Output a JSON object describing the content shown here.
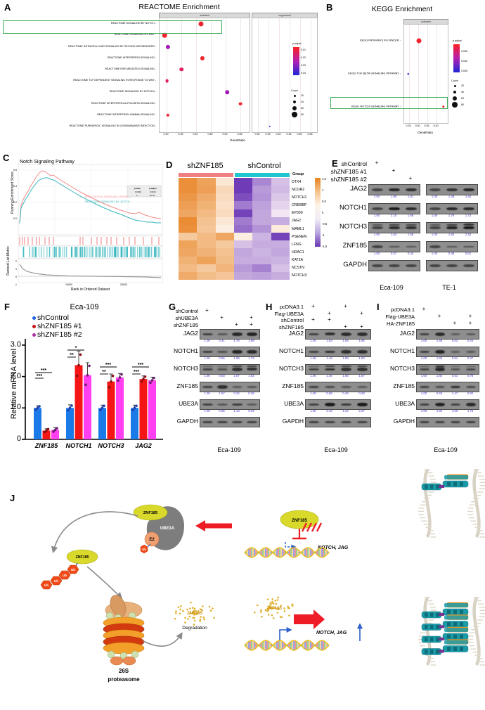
{
  "figure": {
    "panels": [
      "A",
      "B",
      "C",
      "D",
      "E",
      "F",
      "G",
      "H",
      "I",
      "J"
    ]
  },
  "panelA": {
    "letter": "A",
    "title": "REACTOME Enrichment",
    "facets": [
      "activated",
      "suppressed"
    ],
    "xlabel": "GeneRatio",
    "xticks": [
      "0.30",
      "0.35",
      "0.40",
      "0.45",
      "0.50",
      "0.55"
    ],
    "legend_padjust_title": "p.adjust",
    "legend_padjust_ticks": [
      "0.01",
      "0.02",
      "0.03",
      "0.04"
    ],
    "legend_count_title": "Count",
    "legend_count_ticks": [
      "20",
      "40",
      "60",
      "80"
    ],
    "highlight_color": "#3fae58",
    "categories": [
      "REACTOME SIGNALING BY NOTCH",
      "REACTOME SIGNALING BY WNT",
      "REACTOME INTRACELLULAR SIGNALING BY SECOND MESSENGERS",
      "REACTOME INTERFERON SIGNALING",
      "REACTOME ESR MEDIATED SIGNALING",
      "REACTOME TCF DEPENDENT SIGNALING IN RESPONSE TO WNT",
      "REACTOME SIGNALING BY NOTCH4",
      "REACTOME INTERFERON ALPHA BETA SIGNALING",
      "REACTOME INTERFERON GAMMA SIGNALING",
      "REACTOME PURINERGIC SIGNALING IN LEISHMANIASIS INFECTION"
    ],
    "activated_points": [
      {
        "gene_ratio": 0.414,
        "size": 7.0,
        "color": "#f0232e"
      },
      {
        "gene_ratio": 0.292,
        "size": 6.6,
        "color": "#f0232e"
      },
      {
        "gene_ratio": 0.302,
        "size": 6.2,
        "color": "#a21bb5"
      },
      {
        "gene_ratio": 0.418,
        "size": 6.2,
        "color": "#f0232e"
      },
      {
        "gene_ratio": 0.348,
        "size": 5.6,
        "color": "#e01e63"
      },
      {
        "gene_ratio": 0.3,
        "size": 4.8,
        "color": "#e01e5e"
      },
      {
        "gene_ratio": 0.5,
        "size": 5.6,
        "color": "#a21bb5"
      },
      {
        "gene_ratio": 0.545,
        "size": 4.8,
        "color": "#f0232e"
      },
      {
        "gene_ratio": 0.303,
        "size": 4.4,
        "color": "#f0232e"
      }
    ],
    "suppressed_points": [
      {
        "category_index": 9,
        "gene_ratio": 0.355,
        "size": 2.4,
        "color": "#2026d8"
      }
    ]
  },
  "panelB": {
    "letter": "B",
    "title": "KEGG Enrichment",
    "facets": [
      "activated"
    ],
    "xlabel": "GeneRatio",
    "xticks": [
      "0.25",
      "0.30",
      "0.35",
      "0.40"
    ],
    "legend_padjust_title": "p.adjust",
    "legend_padjust_ticks": [
      "0.035",
      "0.040",
      "0.045"
    ],
    "legend_count_title": "Count",
    "legend_count_ticks": [
      "20",
      "40",
      "60",
      "80"
    ],
    "highlight_color": "#3fae58",
    "categories": [
      "KEGG PATHWAYS IN CANCER",
      "KEGG TGF BETA SIGNALING PATHWAY",
      "KEGG NOTCH SIGNALING PATHWAY"
    ],
    "points": [
      {
        "gene_ratio": 0.3,
        "size": 7.0,
        "color": "#f0232e"
      },
      {
        "gene_ratio": 0.25,
        "size": 2.6,
        "color": "#2026d8"
      },
      {
        "gene_ratio": 0.412,
        "size": 3.4,
        "color": "#f0232e"
      }
    ]
  },
  "panelC": {
    "letter": "C",
    "title": "Notch Signaling Pathway",
    "ylabel_top": "Running Enrichment Score",
    "ylabel_bottom": "Ranked List Metric",
    "xlabel": "Rank in Ordered Dataset",
    "yticks_top": [
      "0.6",
      "0.4",
      "0.2",
      "0.0"
    ],
    "yticks_bottom": [
      "2",
      "1",
      "0",
      "-1"
    ],
    "xticks": [
      "10000",
      "20000"
    ],
    "series": [
      {
        "name": "KEGG_NOTCH_SIGNALING_PATHWAY",
        "color": "#f08a8a",
        "pvalue": "0.0039",
        "padjust": "0.0310"
      },
      {
        "name": "REACTOME_SIGNALING_BY_NOTCH",
        "color": "#35b5bd",
        "pvalue": "0",
        "padjust": "8e-04"
      }
    ],
    "table_headers": [
      "pvalue",
      "p.adjust"
    ]
  },
  "panelD": {
    "letter": "D",
    "group_labels": [
      "shZNF185",
      "shControl"
    ],
    "group_colors": [
      "#f08080",
      "#20c5d0"
    ],
    "group_row_label": "Group",
    "genes": [
      "DTX4",
      "NCOR2",
      "NOTCH1",
      "CREBBP",
      "EP300",
      "JAG2",
      "MAML1",
      "PSENEN",
      "LFNG",
      "HDAC1",
      "KAT2A",
      "NCSTN",
      "NOTCH3"
    ],
    "scale_ticks": [
      "1.5",
      "1",
      "0.5",
      "0",
      "-0.5",
      "-1",
      "-1.5"
    ],
    "values": [
      [
        1.3,
        1.05,
        0.15,
        -1.45,
        -0.85,
        -0.4
      ],
      [
        1.3,
        1.1,
        0.35,
        -1.45,
        -0.7,
        -0.45
      ],
      [
        1.2,
        0.95,
        0.3,
        -1.3,
        -0.75,
        -0.35
      ],
      [
        1.1,
        0.85,
        0.25,
        -0.95,
        -0.65,
        -0.25
      ],
      [
        1.0,
        0.75,
        0.3,
        -1.4,
        -0.6,
        -0.1
      ],
      [
        1.35,
        0.65,
        0.15,
        -0.95,
        -0.6,
        -0.55
      ],
      [
        1.3,
        0.6,
        0.05,
        -1.05,
        -0.75,
        0.1
      ],
      [
        0.55,
        0.75,
        1.0,
        0.05,
        -0.5,
        -1.4
      ],
      [
        1.05,
        0.75,
        0.55,
        -0.4,
        -0.55,
        -0.55
      ],
      [
        1.0,
        0.85,
        0.65,
        -0.6,
        -0.5,
        -0.6
      ],
      [
        0.85,
        1.05,
        0.7,
        -0.55,
        -0.55,
        -0.5
      ],
      [
        0.75,
        0.55,
        0.8,
        -0.7,
        -0.9,
        -0.4
      ],
      [
        0.95,
        0.7,
        0.6,
        -0.6,
        -0.65,
        -0.55
      ]
    ]
  },
  "panelE": {
    "letter": "E",
    "conditions": [
      "shControl",
      "shZNF185 #1",
      "shZNF185 #2"
    ],
    "plus_matrix": [
      [
        1,
        0,
        0
      ],
      [
        0,
        1,
        0
      ],
      [
        0,
        0,
        1
      ]
    ],
    "proteins": [
      "JAG2",
      "NOTCH1",
      "NOTCH3",
      "ZNF185",
      "GAPDH"
    ],
    "cell_lines": [
      "Eca-109",
      "TE-1"
    ],
    "quant_left": {
      "JAG2": [
        "1.00",
        "1.86",
        "1.61"
      ],
      "NOTCH1": [
        "1.00",
        "2.15",
        "1.68"
      ],
      "NOTCH3": [
        "1.00",
        "1.63",
        "1.58"
      ],
      "ZNF185": [
        "1.00",
        "0.57",
        "0.42"
      ]
    },
    "quant_right": {
      "JAG2": [
        "1.00",
        "1.48",
        "1.84"
      ],
      "NOTCH1": [
        "1.00",
        "1.79",
        "1.73"
      ],
      "NOTCH3": [
        "1.00",
        "1.93",
        "2.18"
      ],
      "ZNF185": [
        "1.00",
        "0.48",
        "0.61"
      ]
    }
  },
  "panelF": {
    "letter": "F",
    "title": "Eca-109",
    "ylabel": "Relative mRNA level",
    "yticks": [
      "0",
      "1.0",
      "2.0",
      "3.0"
    ],
    "legend": [
      "shControl",
      "shZNF185 #1",
      "shZNF185 #2"
    ],
    "legend_colors": [
      "#1f5fe0",
      "#c4161c",
      "#b0319e"
    ],
    "bar_colors": [
      "#1a7ae8",
      "#f51515",
      "#ff3ff0"
    ],
    "categories": [
      "ZNF185",
      "NOTCH1",
      "NOTCH3",
      "JAG2"
    ],
    "series": [
      {
        "name": "shControl",
        "values": [
          1.0,
          1.0,
          1.0,
          1.0
        ],
        "errors": [
          0.07,
          0.1,
          0.09,
          0.09
        ]
      },
      {
        "name": "shZNF185 #1",
        "values": [
          0.28,
          2.36,
          1.84,
          1.92
        ],
        "errors": [
          0.06,
          0.45,
          0.24,
          0.1
        ]
      },
      {
        "name": "shZNF185 #2",
        "values": [
          0.3,
          2.04,
          1.97,
          1.88
        ],
        "errors": [
          0.07,
          0.4,
          0.13,
          0.1
        ]
      }
    ],
    "significance": [
      "***",
      "***",
      "**",
      "*",
      "**",
      "***",
      "***",
      "***"
    ]
  },
  "panelG": {
    "letter": "G",
    "conditions": [
      "shControl",
      "shUBE3A",
      "shZNF185"
    ],
    "plus_matrix": [
      [
        1,
        0,
        0,
        0
      ],
      [
        0,
        1,
        0,
        1
      ],
      [
        0,
        0,
        1,
        1
      ]
    ],
    "proteins": [
      "JAG2",
      "NOTCH1",
      "NOTCH3",
      "ZNF185",
      "UBE3A",
      "GAPDH"
    ],
    "cell_line": "Eca-109",
    "quant": {
      "JAG2": [
        "1.00",
        "0.41",
        "1.76",
        "1.89"
      ],
      "NOTCH1": [
        "1.00",
        "0.55",
        "1.88",
        "1.73"
      ],
      "NOTCH3": [
        "1.00",
        "0.63",
        "1.57",
        "1.53"
      ],
      "ZNF185": [
        "1.00",
        "1.57",
        "0.24",
        "0.39"
      ],
      "UBE3A": [
        "1.00",
        "0.35",
        "1.13",
        "0.29"
      ]
    }
  },
  "panelH": {
    "letter": "H",
    "conditions": [
      "pcDNA3.1",
      "Flag-UBE3A",
      "shControl",
      "shZNF185"
    ],
    "plus_matrix": [
      [
        1,
        0,
        1,
        0
      ],
      [
        0,
        1,
        0,
        1
      ],
      [
        1,
        1,
        0,
        0
      ],
      [
        0,
        0,
        1,
        1
      ]
    ],
    "proteins": [
      "JAG2",
      "NOTCH1",
      "NOTCH3",
      "ZNF185",
      "UBE3A",
      "GAPDH"
    ],
    "cell_line": "Eca-109",
    "quant": {
      "JAG2": [
        "1.00",
        "1.53",
        "1.64",
        "1.65"
      ],
      "NOTCH1": [
        "1.00",
        "1.44",
        "1.59",
        "1.63"
      ],
      "NOTCH3": [
        "1.00",
        "1.48",
        "1.55",
        "1.57"
      ],
      "ZNF185": [
        "1.00",
        "0.69",
        "0.45",
        "0.28"
      ],
      "UBE3A": [
        "1.00",
        "2.18",
        "1.24",
        "2.37"
      ]
    }
  },
  "panelI": {
    "letter": "I",
    "conditions": [
      "pcDNA3.1",
      "Flag-UBE3A",
      "HA-ZNF185"
    ],
    "plus_matrix": [
      [
        1,
        0,
        0,
        0
      ],
      [
        0,
        1,
        0,
        1
      ],
      [
        0,
        0,
        1,
        1
      ]
    ],
    "proteins": [
      "JAG2",
      "NOTCH1",
      "NOTCH3",
      "ZNF185",
      "UBE3A",
      "GAPDH"
    ],
    "cell_line": "Eca-109",
    "quant": {
      "JAG2": [
        "1.00",
        "1.68",
        "0.03",
        "0.24"
      ],
      "NOTCH1": [
        "1.00",
        "1.92",
        "0.01",
        "0.37"
      ],
      "NOTCH3": [
        "1.00",
        "1.83",
        "0.51",
        "0.78"
      ],
      "ZNF185": [
        "1.00",
        "0.63",
        "1.47",
        "0.82"
      ],
      "UBE3A": [
        "1.00",
        "1.92",
        "1.00",
        "1.76"
      ]
    }
  },
  "panelJ": {
    "letter": "J",
    "labels": {
      "znf185": "ZNF185",
      "ube3a": "UBE3A",
      "e2": "E2",
      "ub": "Ub",
      "proteasome": "26S\nproteasome",
      "proteasome_line1": "26S",
      "proteasome_line2": "proteasome",
      "degradation": "Degradation",
      "target_genes": "NOTCH, JAG"
    },
    "colors": {
      "znf185": "#d8d92a",
      "ube3a": "#7d7d7d",
      "e2": "#f0a070",
      "ub": "#f04a18",
      "arrow_red": "#ee1c25",
      "arrow_blue": "#2a5fc8",
      "nucleosome_teal": "#1b9aa8",
      "nucleosome_orange": "#f2a02a",
      "nucleosome_purple": "#7b2f8f"
    }
  }
}
